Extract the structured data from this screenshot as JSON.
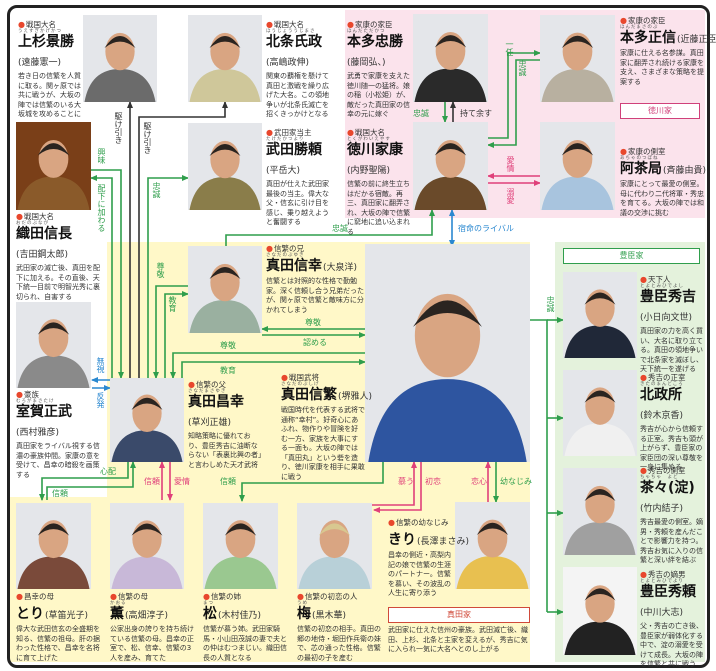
{
  "colors": {
    "green": "#2f9e4c",
    "pink": "#e0407a",
    "blue": "#2a88d0",
    "black": "#333333",
    "tokugawa_bg": "#fbe3ec",
    "sanada_bg": "#fff8c8",
    "toyotomi_bg": "#e4f2dc",
    "name_dot": "#e8472d"
  },
  "houses": {
    "tokugawa": "徳川家",
    "toyotomi": "豊臣家",
    "sanada": "真田家",
    "sanada_desc": "武田家に仕えた信州の豪族。武田滅亡後、織田、上杉、北条と主家を変えるが、秀吉に気に入られ一気に大名へとのし上がる"
  },
  "people": [
    {
      "id": "uesugi",
      "role": "戦国大名",
      "ruby": "うえすぎかげかつ",
      "name": "上杉景勝",
      "actor": "(遠藤憲一)",
      "desc": "若き日の信繁を人質に取る。関ヶ原では共に戦うが、大坂の陣では信繁のいる大坂城を攻めることに"
    },
    {
      "id": "hojo",
      "role": "戦国大名",
      "ruby": "ほうじょううじまさ",
      "name": "北条氏政",
      "actor": "(高嶋政伸)",
      "desc": "関東の覇権を懸けて真田と激戦を繰り広げた大名。この領地争いが北条氏滅亡を招くきっかけとなる"
    },
    {
      "id": "katsuyori",
      "role": "武田家当主",
      "ruby": "たけだかつより",
      "name": "武田勝頼",
      "actor": "(平岳大)",
      "desc": "真田が仕えた武田家最後の当主。偉大な父・信玄に引け目を感じ、乗り越えようと奮闘する"
    },
    {
      "id": "nobunaga",
      "role": "戦国大名",
      "ruby": "おだのぶなが",
      "name": "織田信長",
      "actor": "(吉田鋼太郎)",
      "desc": "武田家の滅亡後、真田を配下に加える。その直後、天下統一目前で明智光秀に裏切られ、自害する"
    },
    {
      "id": "muroga",
      "role": "豪族",
      "ruby": "むろがまさたけ",
      "name": "室賀正武",
      "actor": "(西村雅彦)",
      "desc": "真田家をライバル視する信濃の豪族仲間。家康の意を受けて、昌幸の暗殺を画策する"
    },
    {
      "id": "tadakatsu",
      "role": "家康の家臣",
      "ruby": "ほんだただかつ",
      "name": "本多忠勝",
      "actor": "(藤岡弘、)",
      "desc": "武勇で家康を支えた徳川随一の猛将。娘の稲（小松姫）が、敵だった真田家の信幸の元に嫁ぐ"
    },
    {
      "id": "masanobu",
      "role": "家康の家臣",
      "ruby": "ほんだまさのぶ",
      "name": "本多正信",
      "actor": "(近藤正臣)",
      "desc": "家康に仕える名参謀。真田家に翻弄され続ける家康を支え、さまざまな策略を提案する"
    },
    {
      "id": "ieyasu",
      "role": "戦国大名",
      "ruby": "とくがわいえやす",
      "name": "徳川家康",
      "actor": "(内野聖陽)",
      "desc": "信繁の前に終生立ちはだかる宿敵。再三、真田家に翻弄され、大坂の陣で信繁に窮地に追い込まれる"
    },
    {
      "id": "acha",
      "role": "家康の側室",
      "ruby": "あちゃのつぼね",
      "name": "阿茶局",
      "actor": "(斉藤由貴)",
      "desc": "家康にとって最愛の側室。母に代わり二代将軍・秀忠を育てる。大坂の陣では和議の交渉に挑む"
    },
    {
      "id": "nobuyuki",
      "role": "信繁の兄",
      "ruby": "さなだのぶゆき",
      "name": "真田信幸",
      "actor": "(大泉洋)",
      "desc": "信繁とは対照的な性格で勤勉家。深く信頼し合う兄弟だったが、関ヶ原で信繁と敵味方に分かれてしまう"
    },
    {
      "id": "masayuki",
      "role": "信繁の父",
      "ruby": "さなだまさゆき",
      "name": "真田昌幸",
      "actor": "(草刈正雄)",
      "desc": "知略策略に優れており、豊臣秀吉に油断ならない「表裏比興の者」と言わしめた天才武将"
    },
    {
      "id": "nobushige",
      "role": "戦国武将",
      "ruby": "さなだのぶしげ",
      "name": "真田信繁",
      "actor": "(堺雅人)",
      "desc": "戦国時代を代表する武将で通称“幸村”。好奇心にあふれ、物作りや冒険を好む一方、家族を大事にする一面も。大坂の陣では「真田丸」という砦を造り、徳川家康を相手に果敢に戦う"
    },
    {
      "id": "tori",
      "role": "昌幸の母",
      "ruby": "",
      "name": "とり",
      "actor": "(草笛光子)",
      "desc": "偉大な武田信玄の全盛期を知る、信繁の祖母。肝の据わった性格で、昌幸を名将に育て上げた"
    },
    {
      "id": "kaoru",
      "role": "信繁の母",
      "ruby": "かおる",
      "name": "薫",
      "actor": "(高畑淳子)",
      "desc": "公家出身の誇りを持ち続けている信繁の母。昌幸の正室で、松、信幸、信繁の3人を産み、育てた"
    },
    {
      "id": "matsu",
      "role": "信繁の姉",
      "ruby": "まつ",
      "name": "松",
      "actor": "(木村佳乃)",
      "desc": "信繁が慕う姉。武田家騎馬・小山田茂誠の妻で夫との仲はむつまじい。織田信長の人質となる"
    },
    {
      "id": "ume",
      "role": "信繁の初恋の人",
      "ruby": "うめ",
      "name": "梅",
      "actor": "(黒木華)",
      "desc": "信繁の初恋の相手。真田の郷の地侍・堀田作兵衛の妹で、芯の通った性格。信繁の最初の子を産む"
    },
    {
      "id": "kiri",
      "role": "信繁の幼なじみ",
      "ruby": "",
      "name": "きり",
      "actor": "(長澤まさみ)",
      "desc": "昌幸の側近・高梨内記の娘で信繁の生涯のパートナー。信繁を慕い、その波乱の人生に寄り添う"
    },
    {
      "id": "hideyoshi",
      "role": "天下人",
      "ruby": "とよとみひでよし",
      "name": "豊臣秀吉",
      "actor": "(小日向文世)",
      "desc": "真田家の力を高く買い、大名に取り立てる。真田の領地争いで北条家を滅ぼし、天下統一を遂げる"
    },
    {
      "id": "kita",
      "role": "秀吉の正室",
      "ruby": "きたのまんどころ",
      "name": "北政所",
      "actor": "(鈴木京香)",
      "desc": "秀吉が心から信頼する正室。秀吉も頭が上がらず、豊臣家の家臣団の深い尊敬を一身に集める"
    },
    {
      "id": "chacha",
      "role": "秀吉の側室",
      "ruby": "ちゃちゃ　よど",
      "name": "茶々(淀)",
      "actor": "(竹内結子)",
      "desc": "秀吉最愛の側室。嫡男・秀頼を産んだことで影響力を持つ。秀吉お気に入りの信繁と深い絆を結ぶ"
    },
    {
      "id": "hideyori",
      "role": "秀吉の嫡男",
      "ruby": "とよとみひでより",
      "name": "豊臣秀頼",
      "actor": "(中川大志)",
      "desc": "父・秀吉の亡き後、豊臣家が弱体化する中で、淀の溺愛を受けて成長。大坂の陣を信繁と共に戦う"
    }
  ],
  "relations": [
    {
      "label": "駆け引き",
      "color": "black"
    },
    {
      "label": "駆け引き",
      "color": "black"
    },
    {
      "label": "興味",
      "color": "green"
    },
    {
      "label": "配下に加わる",
      "color": "green"
    },
    {
      "label": "忠誠",
      "color": "green"
    },
    {
      "label": "忠誠",
      "color": "green"
    },
    {
      "label": "宿命のライバル",
      "color": "blue"
    },
    {
      "label": "忠誠",
      "color": "green"
    },
    {
      "label": "持て余す",
      "color": "black"
    },
    {
      "label": "一任",
      "color": "green"
    },
    {
      "label": "忠誠",
      "color": "green"
    },
    {
      "label": "愛情",
      "color": "pink"
    },
    {
      "label": "溺愛",
      "color": "pink"
    },
    {
      "label": "尊敬",
      "color": "green"
    },
    {
      "label": "教育",
      "color": "green"
    },
    {
      "label": "尊敬",
      "color": "green"
    },
    {
      "label": "認める",
      "color": "green"
    },
    {
      "label": "尊敬",
      "color": "green"
    },
    {
      "label": "教育",
      "color": "green"
    },
    {
      "label": "無視",
      "color": "blue"
    },
    {
      "label": "反発",
      "color": "blue"
    },
    {
      "label": "忠誠",
      "color": "green"
    },
    {
      "label": "心配",
      "color": "green"
    },
    {
      "label": "信頼",
      "color": "green"
    },
    {
      "label": "信頼",
      "color": "pink"
    },
    {
      "label": "愛情",
      "color": "pink"
    },
    {
      "label": "信頼",
      "color": "green"
    },
    {
      "label": "慕う",
      "color": "pink"
    },
    {
      "label": "初恋",
      "color": "pink"
    },
    {
      "label": "恋心",
      "color": "pink"
    },
    {
      "label": "幼なじみ",
      "color": "green"
    }
  ]
}
